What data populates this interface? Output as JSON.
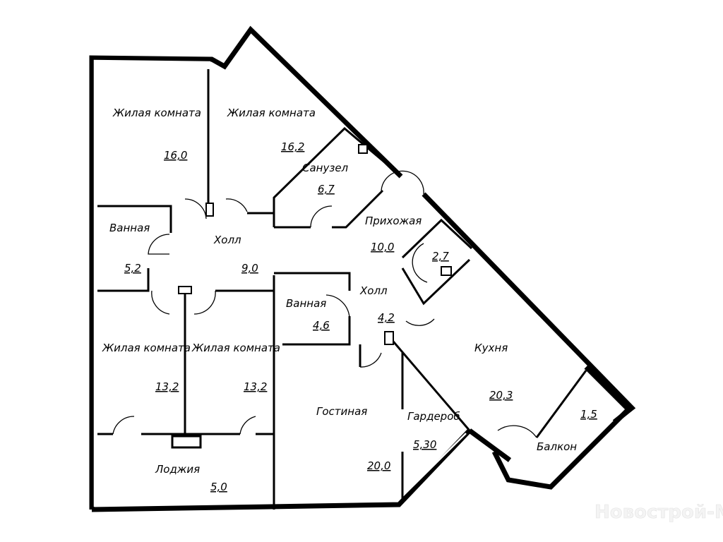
{
  "rooms": [
    {
      "name": "Жилая комната",
      "area": "16,0"
    },
    {
      "name": "Жилая комната",
      "area": "16,2"
    },
    {
      "name": "Санузел",
      "area": "6,7"
    },
    {
      "name": "Ванная",
      "area": "5,2"
    },
    {
      "name": "Холл",
      "area": "9,0"
    },
    {
      "name": "Прихожая",
      "area": "10,0"
    },
    {
      "name": "",
      "area": "2,7"
    },
    {
      "name": "Ванная",
      "area": "4,6"
    },
    {
      "name": "Холл",
      "area": "4,2"
    },
    {
      "name": "Кухня",
      "area": "20,3"
    },
    {
      "name": "Жилая комната",
      "area": "13,2"
    },
    {
      "name": "Жилая комната",
      "area": "13,2"
    },
    {
      "name": "Гостиная",
      "area": "20,0"
    },
    {
      "name": "Гардероб",
      "area": "5,30"
    },
    {
      "name": "Балкон",
      "area": "1,5"
    },
    {
      "name": "Лоджия",
      "area": "5,0"
    }
  ],
  "watermark": "Новострой-М"
}
